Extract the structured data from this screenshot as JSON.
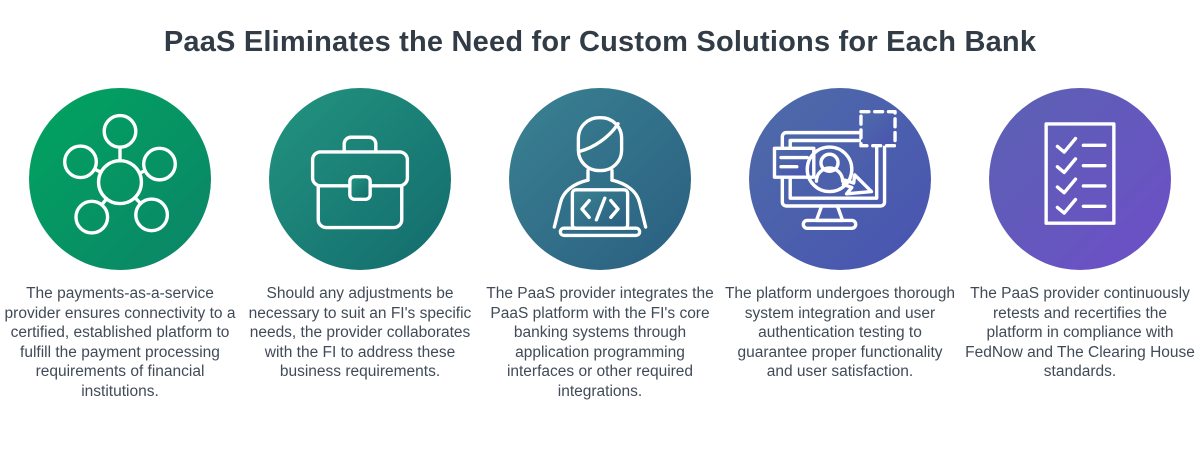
{
  "title": "PaaS Eliminates the Need for Custom Solutions for Each Bank",
  "colors": {
    "background": "#ffffff",
    "title_text": "#323c46",
    "body_text": "#414b57",
    "icon_stroke": "#ffffff"
  },
  "items": [
    {
      "icon": "network-hub-icon",
      "gradient": {
        "from": "#00a45f",
        "to": "#0c8468"
      },
      "description": "The payments-as-a-service provider ensures connectivity to a certified, established platform to fulfill the payment processing requirements of financial institutions."
    },
    {
      "icon": "briefcase-icon",
      "gradient": {
        "from": "#22947f",
        "to": "#136b6d"
      },
      "description": "Should any adjustments be necessary to suit an FI's specific needs, the provider collaborates with the FI to address these business requirements."
    },
    {
      "icon": "developer-laptop-icon",
      "gradient": {
        "from": "#3a8292",
        "to": "#2a5e80"
      },
      "description": "The PaaS provider integrates the PaaS platform with the FI's core banking systems through application programming interfaces or other required integrations."
    },
    {
      "icon": "monitor-user-testing-icon",
      "gradient": {
        "from": "#4e6ca8",
        "to": "#4953b1"
      },
      "description": "The platform undergoes thorough system integration and user authentication testing to guarantee proper functionality and user satisfaction."
    },
    {
      "icon": "checklist-icon",
      "gradient": {
        "from": "#5a62b2",
        "to": "#6e4ec8"
      },
      "description": "The PaaS provider continuously retests and recertifies the platform in compliance with FedNow and The Clearing House standards."
    }
  ]
}
